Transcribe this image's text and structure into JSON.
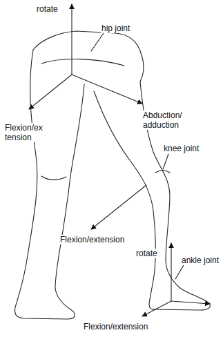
{
  "diagram": {
    "labels": [
      "rotate",
      "hip joint",
      "Flexion/ex tension",
      "Abduction/ adduction",
      "knee joint",
      "Flexion/extension",
      "rotate",
      "ankle joint",
      "Flexion/extension"
    ]
  }
}
